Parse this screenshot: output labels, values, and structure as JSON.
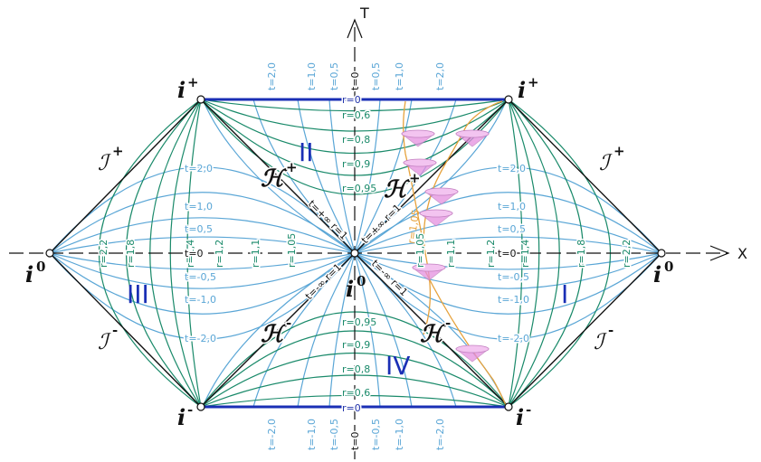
{
  "axes": {
    "x_label": "X",
    "t_label": "T"
  },
  "regions": {
    "r1": "I",
    "r2": "II",
    "r3": "III",
    "r4": "IV"
  },
  "infinity": {
    "i_label": "i",
    "plus": "+",
    "minus": "-",
    "zero": "0",
    "scri_label": "ℐ"
  },
  "horizon_label": "ℋ",
  "t_labels_top": [
    "t=2,0",
    "t=1,0",
    "t=0,5",
    "t=0",
    "t=0,5",
    "t=1,0",
    "t=2,0"
  ],
  "t_labels_bottom": [
    "t=-2,0",
    "t=-1,0",
    "t=-0,5",
    "t=0",
    "t=-0,5",
    "t=-1,0",
    "t=-2,0"
  ],
  "r_labels_axis_top": [
    "r=0",
    "r=0,6",
    "r=0,8",
    "r=0,9",
    "r=0,95"
  ],
  "r_labels_axis_bottom": [
    "r=0,95",
    "r=0,9",
    "r=0,8",
    "r=0,6",
    "r=0"
  ],
  "r_labels_horizontal_left": [
    "r=2,2",
    "r=1,8",
    "r=1,4",
    "r=1,2",
    "r=1,1",
    "r=1,05"
  ],
  "r_labels_horizontal_right": [
    "r=1,05",
    "r=1,1",
    "r=1,2",
    "r=1,4",
    "r=1,8",
    "r=2,2"
  ],
  "t_labels_left_region": [
    "t=2,0",
    "t=1,0",
    "t=0,5",
    "t=0",
    "t=-0,5",
    "t=-1,0",
    "t=-2,0"
  ],
  "t_labels_right_region": [
    "t=2,0",
    "t=1,0",
    "t=0,5",
    "t=0",
    "t=-0,5",
    "t=-1,0",
    "t=-2,0"
  ],
  "diag_labels": {
    "ul": "t=+∞ r=1",
    "ur": "t=+∞ r=1",
    "ll": "t=-∞ r=1",
    "lr": "t=-∞ r=1"
  },
  "colors": {
    "teal": "#5aa6d6",
    "green": "#1a8a6a",
    "blue": "#1a2fb5",
    "orange": "#e6a23c",
    "pink": "#e58fe0"
  }
}
